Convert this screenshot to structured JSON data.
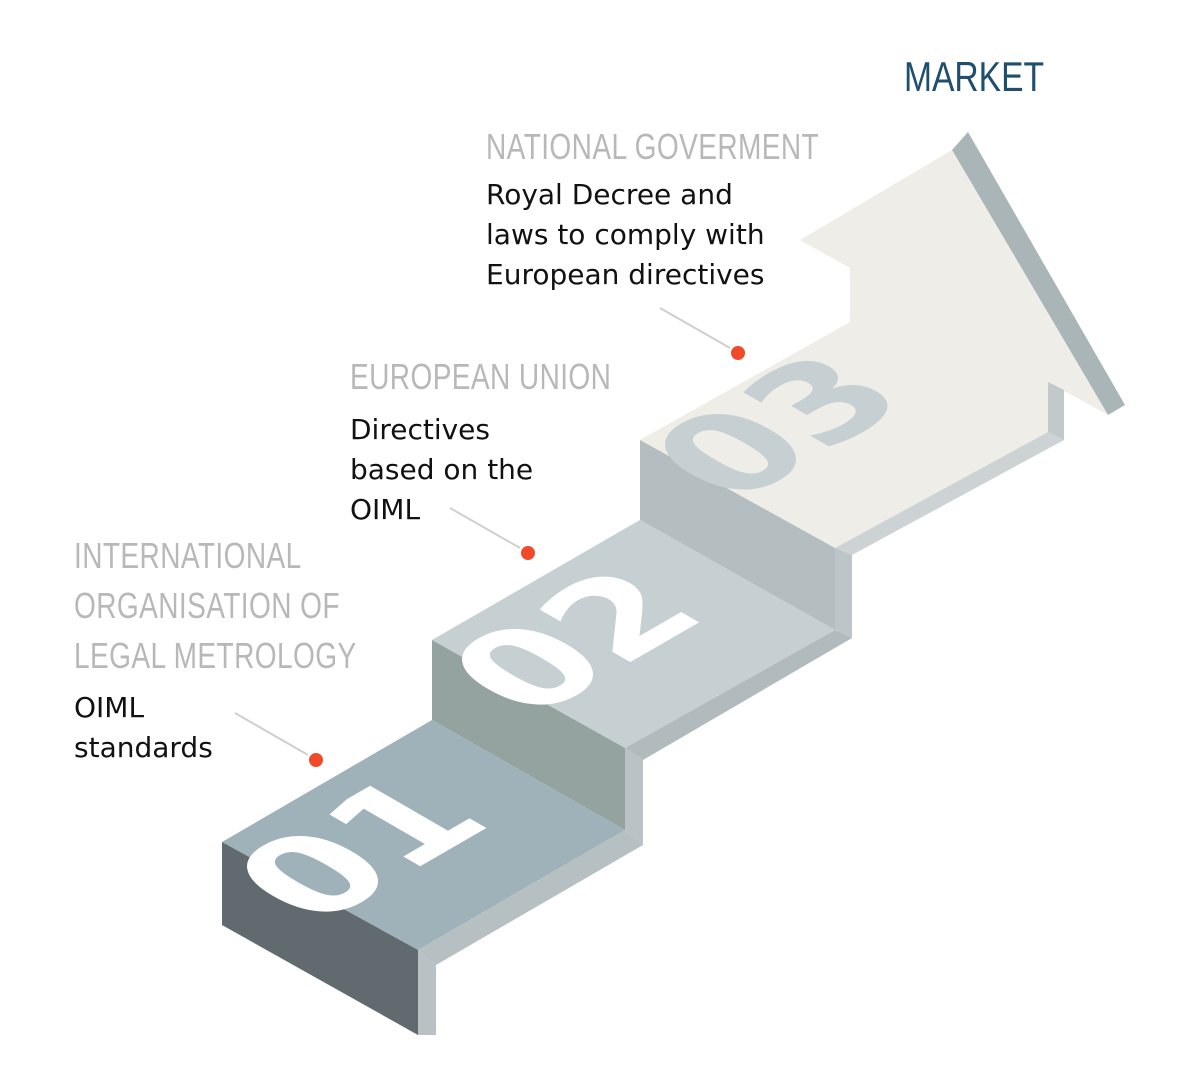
{
  "market": {
    "label": "MARKET"
  },
  "steps": [
    {
      "number": "01",
      "heading": "INTERNATIONAL\nORGANISATION OF\nLEGAL METROLOGY",
      "description": "OIML\nstandards"
    },
    {
      "number": "02",
      "heading": "EUROPEAN UNION",
      "description": "Directives\nbased on the\nOIML"
    },
    {
      "number": "03",
      "heading": "NATIONAL GOVERMENT",
      "description": "Royal Decree and\nlaws to comply with\nEuropean directives"
    }
  ],
  "colors": {
    "step1_top": "#9fb2b9",
    "step1_side": "#606a6f",
    "step2_top": "#c6cfd1",
    "step2_side": "#94a39f",
    "step3_top": "#eeede7",
    "riser": "#b4bec0",
    "edge": "#aab5b8",
    "marker": "#f04a2b",
    "leader": "#cfcfcf",
    "heading": "#b8b8b8",
    "market": "#1f4e6f"
  }
}
